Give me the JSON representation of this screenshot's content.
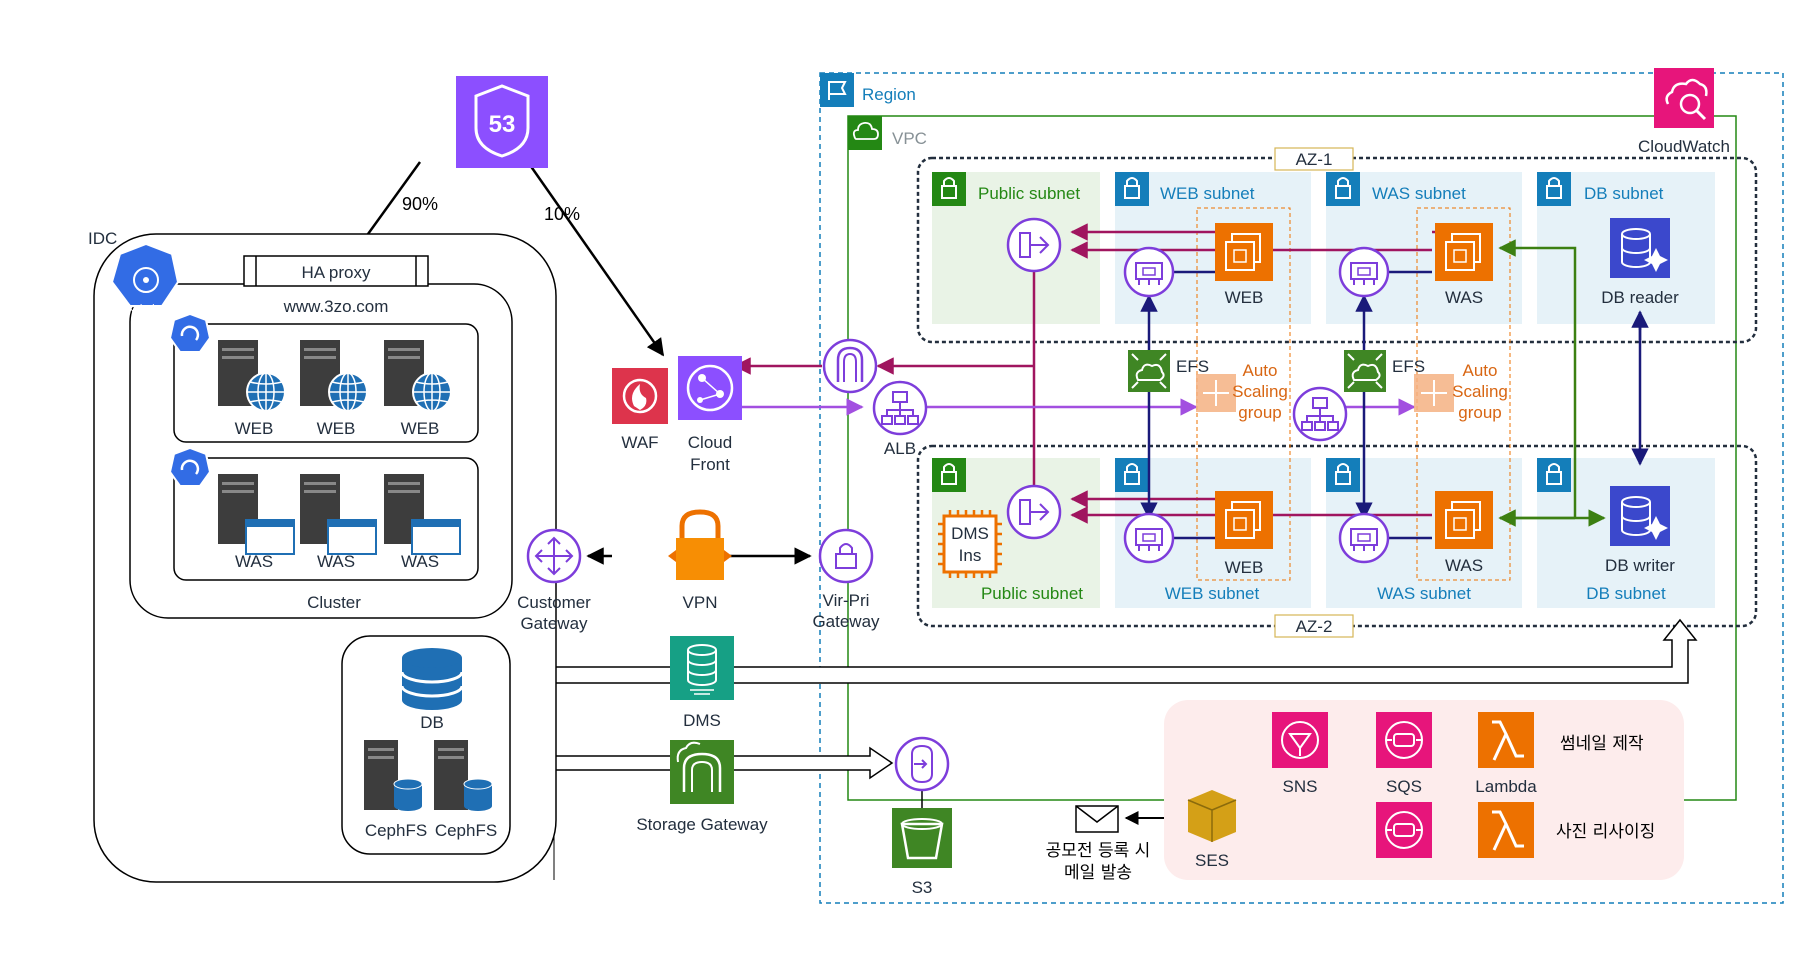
{
  "route53": {
    "badge": "53",
    "pct_idc": "90%",
    "pct_cloud": "10%"
  },
  "idc": {
    "title": "IDC",
    "ha_proxy": "HA proxy",
    "domain": "www.3zo.com",
    "kubelet": "kubelet",
    "web_servers": [
      "WEB",
      "WEB",
      "WEB"
    ],
    "was_servers": [
      "WAS",
      "WAS",
      "WAS"
    ],
    "cluster": "Cluster",
    "db": "DB",
    "cephfs": [
      "CephFS",
      "CephFS"
    ]
  },
  "edge": {
    "waf": "WAF",
    "cloudfront": [
      "Cloud",
      "Front"
    ],
    "alb": "ALB",
    "customer_gateway": [
      "Customer",
      "Gateway"
    ],
    "vpn": "VPN",
    "vpg": [
      "Vir-Pri",
      "Gateway"
    ],
    "dms": "DMS",
    "storage_gateway": "Storage Gateway",
    "s3": "S3"
  },
  "region": {
    "title": "Region",
    "vpc": "VPC",
    "cloudwatch": "CloudWatch",
    "az1": "AZ-1",
    "az2": "AZ-2",
    "subnets": {
      "public": "Public subnet",
      "web": "WEB subnet",
      "was": "WAS subnet",
      "db": "DB subnet"
    },
    "web_label": "WEB",
    "was_label": "WAS",
    "db_reader": "DB reader",
    "db_writer": "DB writer",
    "efs": "EFS",
    "asg": [
      "Auto",
      "Scaling",
      "group"
    ],
    "dms_ins": [
      "DMS",
      "Ins"
    ]
  },
  "notify": {
    "sns": "SNS",
    "sqs": "SQS",
    "lambda": "Lambda",
    "ses": "SES",
    "thumbnail": "썸네일 제작",
    "resize": "사진 리사이징",
    "mail": [
      "공모전 등록 시",
      "메일 발송"
    ]
  },
  "colors": {
    "route53": "#8c4fff",
    "compute": "#ed7100",
    "database": "#3b48cc",
    "network": "#7d3ddb",
    "storage": "#3f8624",
    "security": "#dd344c",
    "management": "#e7157b",
    "subnet_green": "#248814",
    "subnet_blue": "#147eba",
    "arrow_purple": "#a0155f",
    "arrow_violet": "#a24fe0",
    "arrow_navy": "#1a1a7a",
    "arrow_green": "#3c8012"
  }
}
